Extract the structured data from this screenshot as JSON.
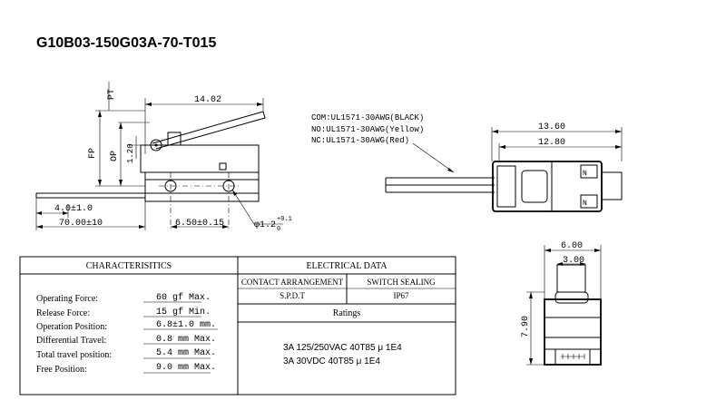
{
  "title": "G10B03-150G03A-70-T015",
  "dimensions": {
    "d_14_02": "14.02",
    "pt": "PT",
    "fp": "FP",
    "op": "OP",
    "d_1_20": "1.20",
    "d_4_0": "4.0±1.0",
    "d_70_00": "70.00±10",
    "d_6_50": "6.50±0.15",
    "d_phi": "φ1.2",
    "d_phi_tol": "+0.1",
    "d_phi_tol2": "0",
    "d_13_60": "13.60",
    "d_12_80": "12.80",
    "d_6_00": "6.00",
    "d_3_00": "3.00",
    "d_7_90": "7.90"
  },
  "wires": [
    "COM:UL1571-30AWG(BLACK)",
    "NO:UL1571-30AWG(Yellow)",
    "NC:UL1571-30AWG(Red)"
  ],
  "characteristics": {
    "header": "CHARACTERISITICS",
    "rows": [
      {
        "label": "Operating Force:",
        "value": "60 gf Max."
      },
      {
        "label": "Release Force:",
        "value": "15 gf Min."
      },
      {
        "label": "Operation Position:",
        "value": "6.8±1.0 mm."
      },
      {
        "label": "Differential Travel:",
        "value": "0.8 mm Max."
      },
      {
        "label": "Total travel position:",
        "value": "5.4 mm Max."
      },
      {
        "label": "Free Position:",
        "value": "9.0 mm Max."
      }
    ]
  },
  "electrical": {
    "header": "ELECTRICAL DATA",
    "contact_header": "CONTACT ARRANGEMENT",
    "contact_value": "S.P.D.T",
    "sealing_header": "SWITCH SEALING",
    "sealing_value": "IP67",
    "ratings_header": "Ratings",
    "ratings": [
      "3A  125/250VAC 40T85 μ 1E4",
      "3A  30VDC  40T85 μ 1E4"
    ]
  }
}
